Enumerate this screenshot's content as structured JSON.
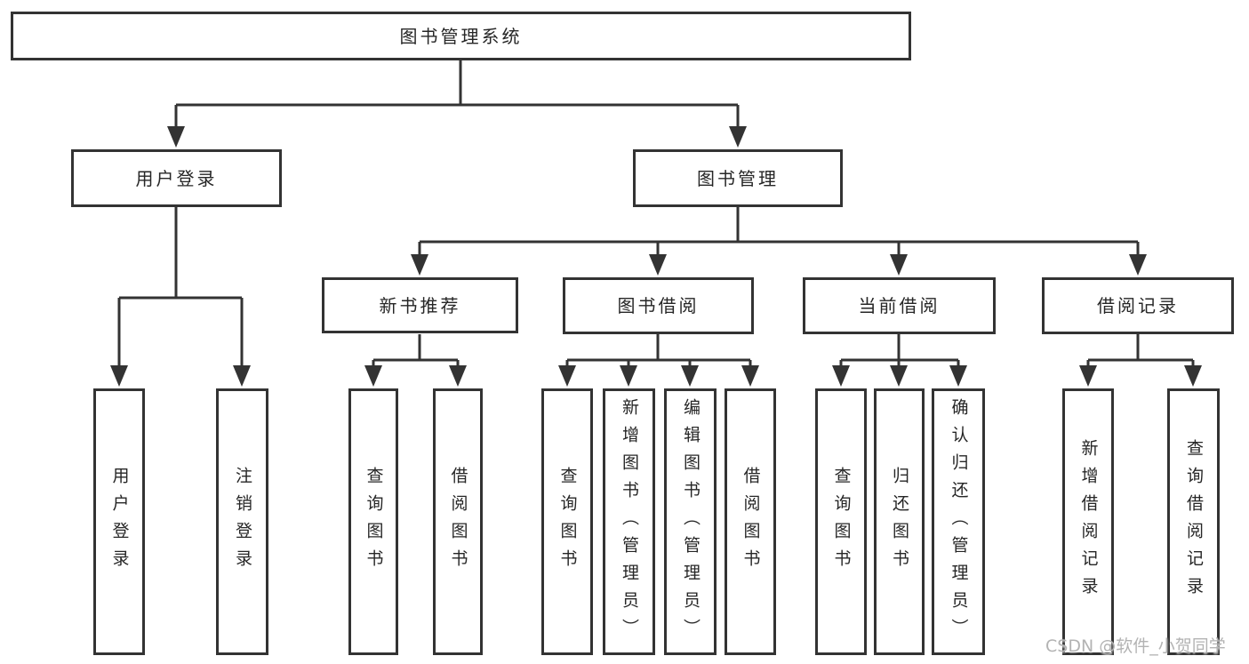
{
  "tree": {
    "label": "图书管理系统",
    "children": [
      {
        "label": "用户登录",
        "children": [
          {
            "label": "用户登录"
          },
          {
            "label": "注销登录"
          }
        ]
      },
      {
        "label": "图书管理",
        "children": [
          {
            "label": "新书推荐",
            "children": [
              {
                "label": "查询图书"
              },
              {
                "label": "借阅图书"
              }
            ]
          },
          {
            "label": "图书借阅",
            "children": [
              {
                "label": "查询图书"
              },
              {
                "label": "新增图书（管理员）"
              },
              {
                "label": "编辑图书（管理员）"
              },
              {
                "label": "借阅图书"
              }
            ]
          },
          {
            "label": "当前借阅",
            "children": [
              {
                "label": "查询图书"
              },
              {
                "label": "归还图书"
              },
              {
                "label": "确认归还（管理员）"
              }
            ]
          },
          {
            "label": "借阅记录",
            "children": [
              {
                "label": "新增借阅记录"
              },
              {
                "label": "查询借阅记录"
              }
            ]
          }
        ]
      }
    ]
  },
  "watermark": "CSDN @软件_小贺同学",
  "colors": {
    "line": "#333333",
    "text": "#262626",
    "watermark": "#b3b3b3",
    "background": "#ffffff"
  }
}
